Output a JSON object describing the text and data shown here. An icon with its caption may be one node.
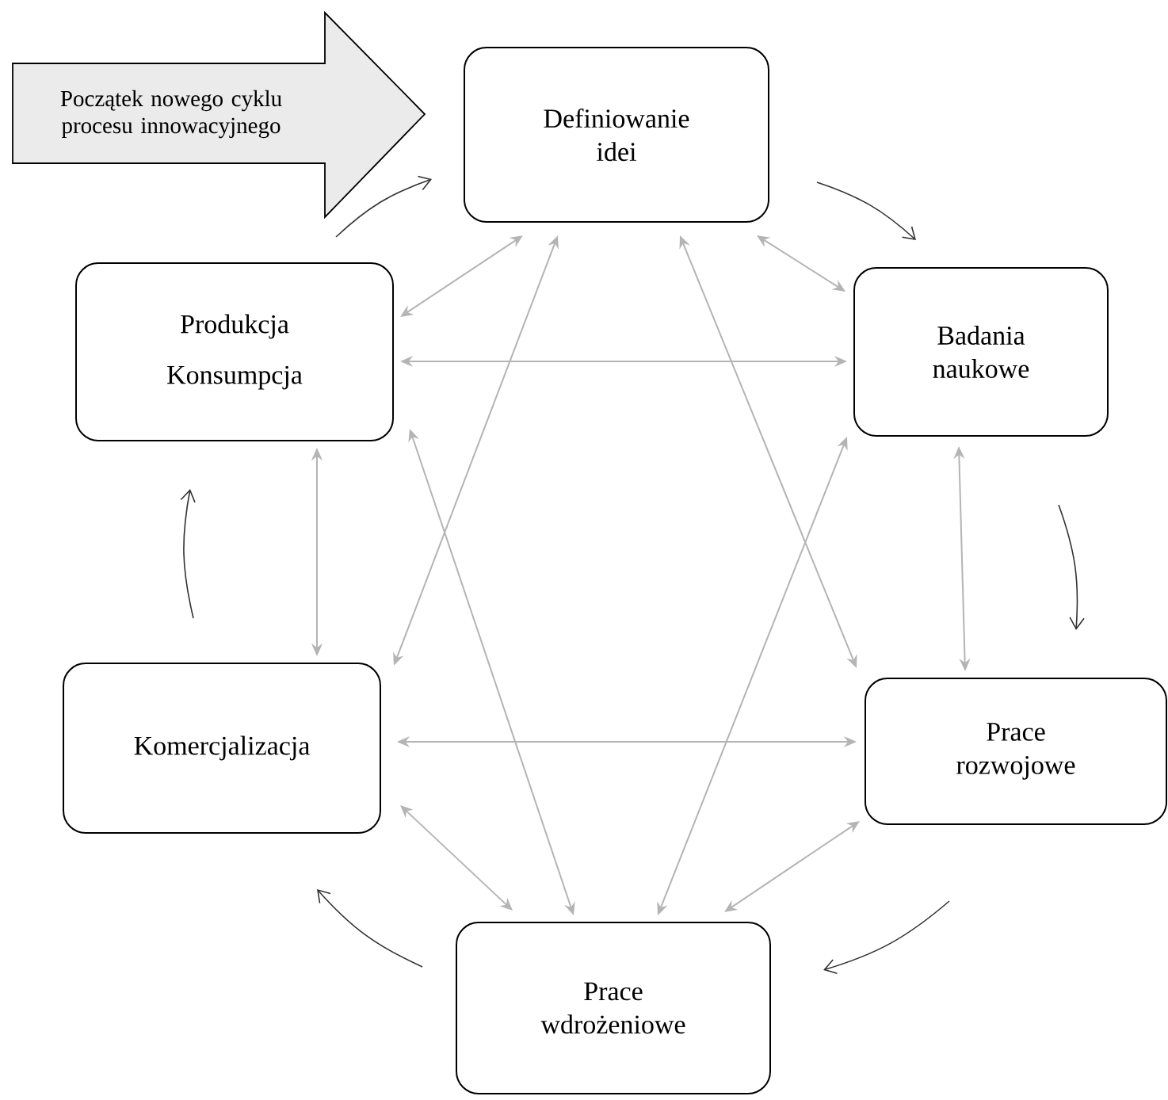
{
  "diagram": {
    "nodes": [
      {
        "text": [
          "Początek nowego cyklu procesu innowacyjnego"
        ]
      },
      {
        "text": [
          "Definiowanie idei"
        ]
      },
      {
        "text": [
          "Badania naukowe"
        ]
      },
      {
        "text": [
          "Prace rozwojowe"
        ]
      },
      {
        "text": [
          "Prace wdrożeniowe"
        ]
      },
      {
        "text": [
          "Komercjalizacja"
        ]
      },
      {
        "text": [
          "Produkcja Konsumpcja"
        ]
      }
    ],
    "edges": [
      {
        "from": 1,
        "to": 6,
        "arrow": "both"
      },
      {
        "from": 1,
        "to": 2,
        "arrow": "both"
      },
      {
        "from": 6,
        "to": 2,
        "arrow": "both"
      },
      {
        "from": 1,
        "to": 5,
        "arrow": "both"
      },
      {
        "from": 1,
        "to": 3,
        "arrow": "both"
      },
      {
        "from": 6,
        "to": 5,
        "arrow": "both"
      },
      {
        "from": 6,
        "to": 4,
        "arrow": "both"
      },
      {
        "from": 2,
        "to": 3,
        "arrow": "both"
      },
      {
        "from": 2,
        "to": 4,
        "arrow": "both"
      },
      {
        "from": 5,
        "to": 3,
        "arrow": "both"
      },
      {
        "from": 5,
        "to": 4,
        "arrow": "both"
      },
      {
        "from": 3,
        "to": 4,
        "arrow": "both"
      },
      {
        "from": 6,
        "to": 1,
        "arrow": "to",
        "color": "#333333"
      },
      {
        "from": 1,
        "to": 2,
        "arrow": "to",
        "color": "#333333"
      },
      {
        "from": 2,
        "to": 3,
        "arrow": "to",
        "color": "#333333"
      },
      {
        "from": 3,
        "to": 4,
        "arrow": "to",
        "color": "#333333"
      },
      {
        "from": 4,
        "to": 5,
        "arrow": "to",
        "color": "#333333"
      },
      {
        "from": 5,
        "to": 6,
        "arrow": "to",
        "color": "#333333"
      }
    ]
  }
}
